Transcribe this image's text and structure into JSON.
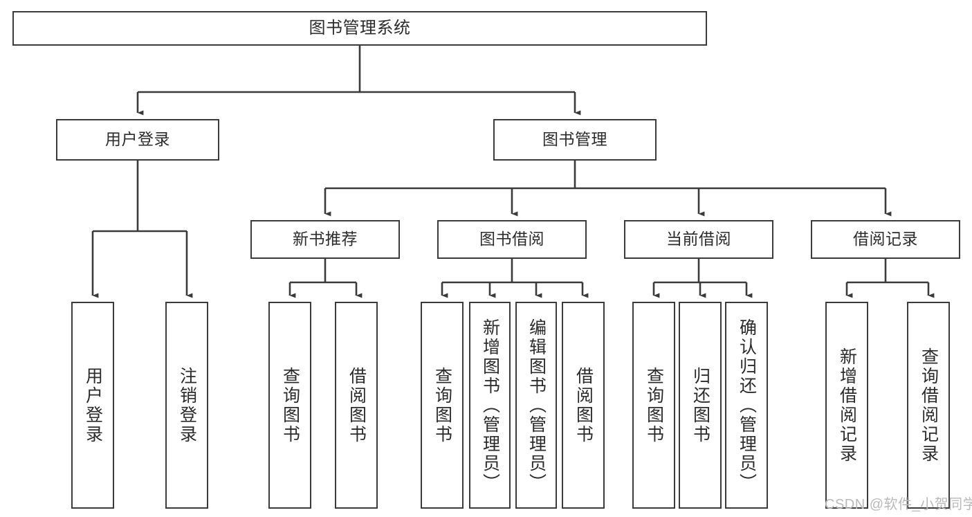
{
  "diagram": {
    "title": "图书管理系统",
    "type": "hierarchy-tree",
    "root": {
      "label": "图书管理系统"
    },
    "level2": [
      {
        "label": "用户登录"
      },
      {
        "label": "图书管理"
      }
    ],
    "level3": [
      {
        "label": "新书推荐"
      },
      {
        "label": "图书借阅"
      },
      {
        "label": "当前借阅"
      },
      {
        "label": "借阅记录"
      }
    ],
    "leaves": {
      "user_login": [
        {
          "label": "用户登录"
        },
        {
          "label": "注销登录"
        }
      ],
      "new_book_recommend": [
        {
          "label": "查询图书"
        },
        {
          "label": "借阅图书"
        }
      ],
      "book_borrow": [
        {
          "label": "查询图书"
        },
        {
          "label": "新增图书（管理员）"
        },
        {
          "label": "编辑图书（管理员）"
        },
        {
          "label": "借阅图书"
        }
      ],
      "current_borrow": [
        {
          "label": "查询图书"
        },
        {
          "label": "归还图书"
        },
        {
          "label": "确认归还（管理员）"
        }
      ],
      "borrow_record": [
        {
          "label": "新增借阅记录"
        },
        {
          "label": "查询借阅记录"
        }
      ]
    }
  },
  "watermark": {
    "text": "CSDN @软件_小贺同学"
  },
  "colors": {
    "stroke": "#3a3a3a",
    "fill": "#ffffff",
    "text": "#2b2b2b",
    "watermark": "#b9b9b9"
  }
}
